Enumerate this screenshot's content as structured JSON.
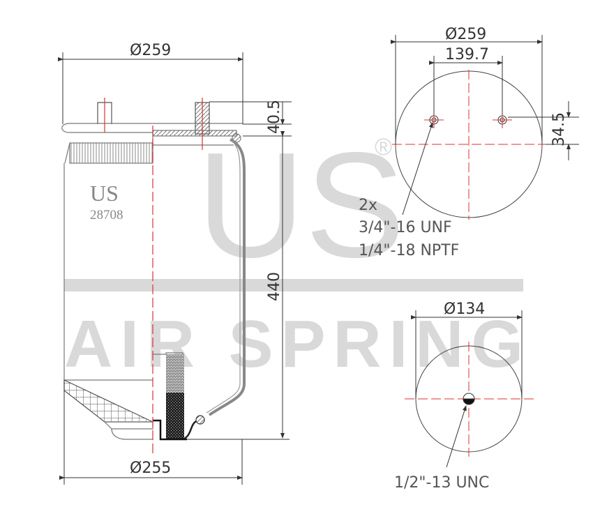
{
  "watermark": {
    "brand": "US",
    "registered": "®",
    "subtitle": "AIR SPRING",
    "color": "#d9d9d9"
  },
  "side_view": {
    "part_logo": "US",
    "part_number": "28708",
    "top_diameter": "Ø259",
    "bottom_diameter": "Ø255",
    "stud_height": "40.5",
    "height": "440"
  },
  "top_plate_view": {
    "diameter": "Ø259",
    "hole_spacing": "139.7",
    "hole_offset": "34.5",
    "note_lines": [
      "2x",
      "3/4\"-16 UNF",
      "1/4\"-18 NPTF"
    ]
  },
  "piston_view": {
    "diameter": "Ø134",
    "thread_note": "1/2\"-13 UNC"
  },
  "colors": {
    "line": "#333333",
    "centerline": "#e03030",
    "watermark": "#d9d9d9"
  }
}
